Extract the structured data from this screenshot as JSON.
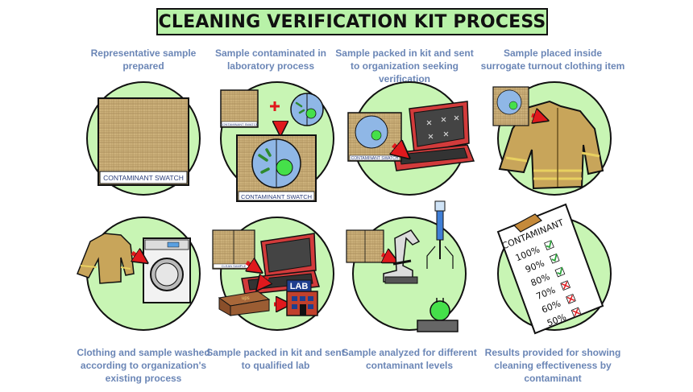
{
  "title": "CLEANING VERIFICATION KIT PROCESS",
  "steps": [
    {
      "caption": "Representative sample prepared"
    },
    {
      "caption": "Sample contaminated in laboratory process"
    },
    {
      "caption": "Sample packed in kit and sent to organization seeking verification"
    },
    {
      "caption": "Sample placed inside surrogate turnout clothing item"
    },
    {
      "caption": "Clothing and sample washed according to organization's existing process"
    },
    {
      "caption": "Sample packed in kit and sent to qualified lab"
    },
    {
      "caption": "Sample analyzed for different contaminant levels"
    },
    {
      "caption": "Results provided for showing cleaning effectiveness by contaminant"
    }
  ],
  "labels": {
    "swatch": "CONTAMINANT SWATCH",
    "swatch_small": "CONTAMINANT SWATCH",
    "clean_sample": "CLEAN SAMPLE",
    "lab": "LAB",
    "ups": "ups"
  },
  "clipboard": {
    "heading": "CONTAMINANT",
    "rows": [
      {
        "pct": "100%",
        "mark": "check"
      },
      {
        "pct": "90%",
        "mark": "check"
      },
      {
        "pct": "80%",
        "mark": "check"
      },
      {
        "pct": "70%",
        "mark": "x"
      },
      {
        "pct": "60%",
        "mark": "x"
      },
      {
        "pct": "50%",
        "mark": "x"
      }
    ]
  },
  "colors": {
    "circle": "#c8f5b4",
    "caption": "#6b86b6",
    "swatch": "#c9b07a",
    "arrow": "#e0191d",
    "case": "#d23b3b"
  }
}
